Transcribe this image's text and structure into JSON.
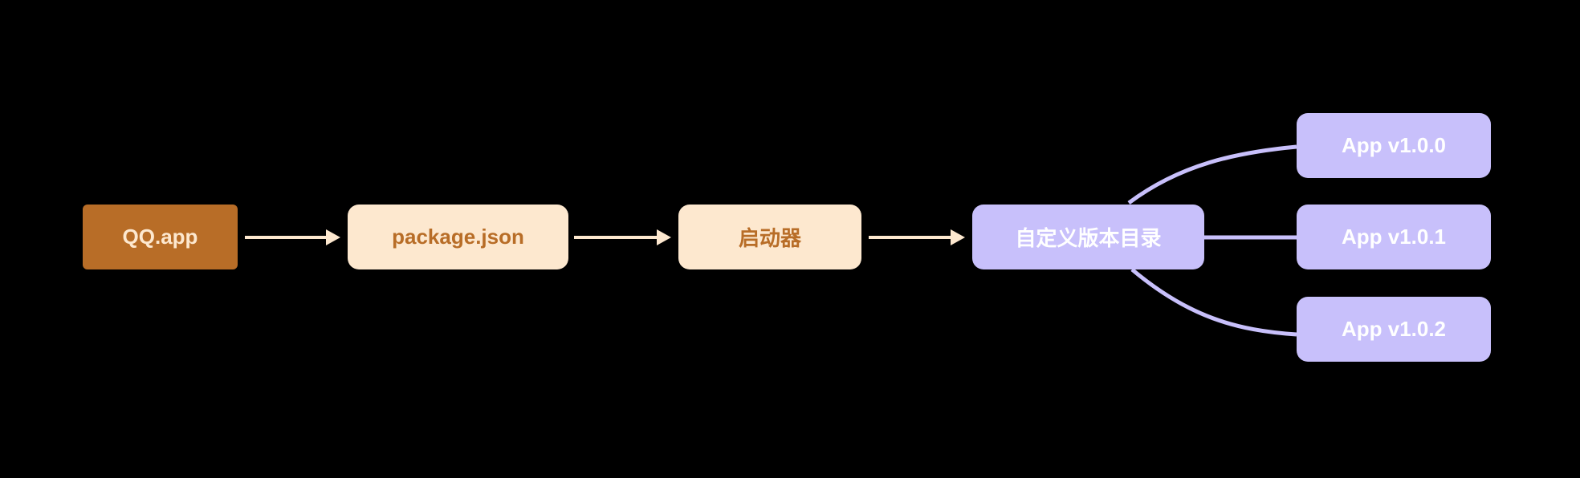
{
  "nodes": {
    "qq": "QQ.app",
    "package": "package.json",
    "launcher": "启动器",
    "custom_dir": "自定义版本目录",
    "v100": "App v1.0.0",
    "v101": "App v1.0.1",
    "v102": "App v1.0.2"
  },
  "colors": {
    "dark": "#b86d27",
    "light": "#fde8cf",
    "purple": "#c8c0fb",
    "arrow": "#fde8cf"
  }
}
